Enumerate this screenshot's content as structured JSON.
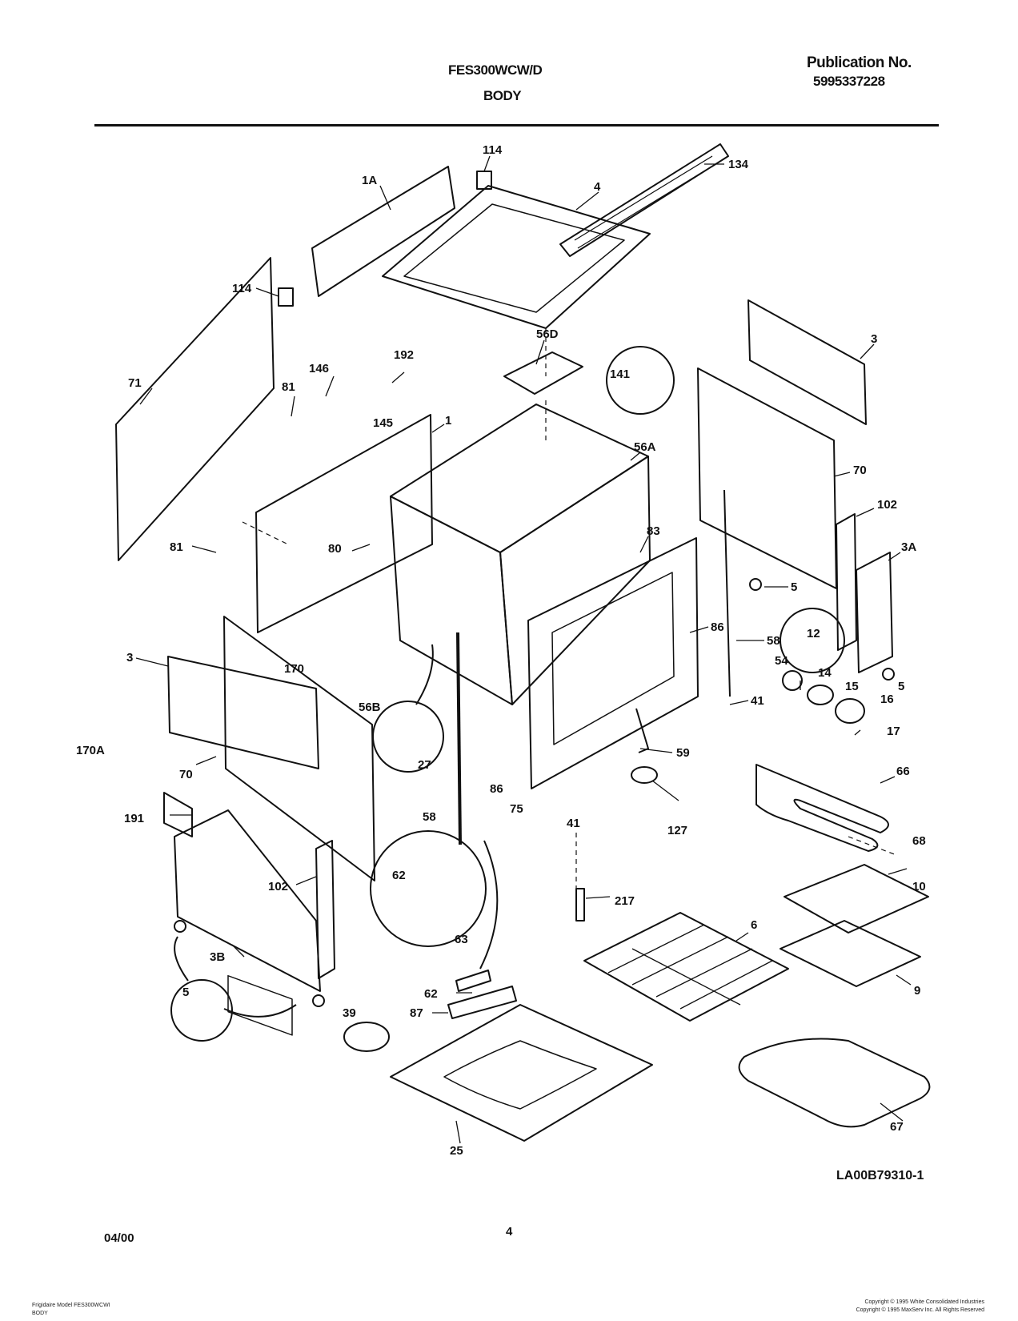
{
  "header": {
    "model": "FES300WCW/D",
    "section": "BODY",
    "publication_label": "Publication No.",
    "publication_number": "5995337228"
  },
  "footer": {
    "date": "04/00",
    "page": "4",
    "drawing_id": "LA00B79310-1",
    "model_line_1": "Frigidaire Model FES300WCWI",
    "model_line_2": "BODY",
    "copyright_1": "Copyright © 1995 White Consolidated Industries",
    "copyright_2": "Copyright © 1995 MaxServ Inc. All Rights Reserved"
  },
  "callouts": {
    "c114a": "114",
    "c1A": "1A",
    "c4": "4",
    "c134": "134",
    "c114b": "114",
    "c56D": "56D",
    "c141": "141",
    "c3a": "3",
    "c71": "71",
    "c81a": "81",
    "c146": "146",
    "c192": "192",
    "c145": "145",
    "c1": "1",
    "c56A": "56A",
    "c70a": "70",
    "c102a": "102",
    "c3A": "3A",
    "c81b": "81",
    "c80": "80",
    "c83": "83",
    "c5a": "5",
    "c12": "12",
    "c86a": "86",
    "c58a": "58",
    "c3b": "3",
    "c170": "170",
    "c54": "54",
    "c14": "14",
    "c5b": "5",
    "c15": "15",
    "c16": "16",
    "c41a": "41",
    "c56B": "56B",
    "c17": "17",
    "c170A": "170A",
    "c27": "27",
    "c59": "59",
    "c70b": "70",
    "c66": "66",
    "c86b": "86",
    "c75": "75",
    "c191": "191",
    "c58b": "58",
    "c41b": "41",
    "c127": "127",
    "c68": "68",
    "c102b": "102",
    "c62a": "62",
    "c10": "10",
    "c217": "217",
    "c6": "6",
    "c63": "63",
    "c3B": "3B",
    "c5c": "5",
    "c62b": "62",
    "c9": "9",
    "c39": "39",
    "c87": "87",
    "c67": "67",
    "c25": "25"
  }
}
